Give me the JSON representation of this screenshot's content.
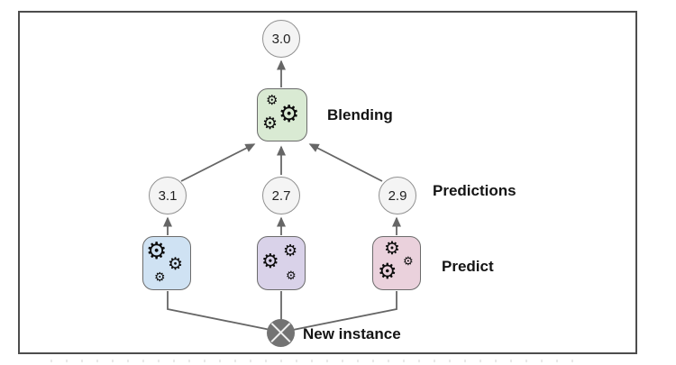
{
  "icons": {
    "gear_glyph": "⚙"
  },
  "colors": {
    "line": "#666666",
    "node_fill": "#f4f4f4",
    "node_border": "#919191",
    "blender_fill": "#d9ead3",
    "predictor_fills": [
      "#cfe2f3",
      "#d9d2e9",
      "#ead1dc"
    ],
    "new_instance_fill": "#737373",
    "frame_border": "#4d4d4d"
  },
  "diagram": {
    "final_prediction": {
      "value": "3.0"
    },
    "blender": {
      "label": "Blending"
    },
    "predictions": {
      "label": "Predictions",
      "values": [
        "3.1",
        "2.7",
        "2.9"
      ]
    },
    "predict": {
      "label": "Predict"
    },
    "new_instance": {
      "label": "New instance"
    }
  }
}
